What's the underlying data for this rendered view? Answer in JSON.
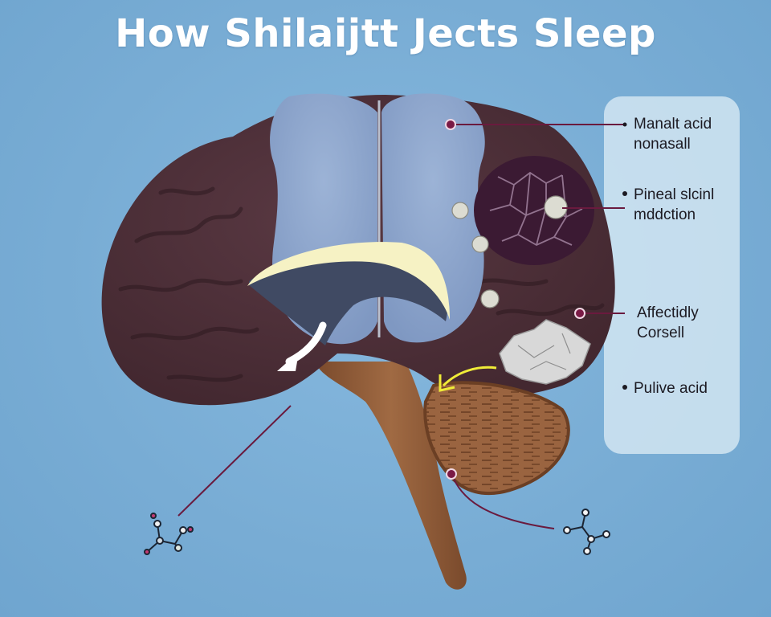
{
  "title": "How Shilaijtt Jects Sleep",
  "colors": {
    "background": "#79aed6",
    "brain_outer": "#4e3039",
    "brain_inner_lobes": "#8ea7cc",
    "pineal_cluster": "#3b1a33",
    "cerebellum": "#8c5a3a",
    "brainstem": "#8e5836",
    "crescent_highlight": "#f6f2c4",
    "crescent_shadow": "#404a63",
    "leader_line": "#6a1a3e",
    "panel_bg": "#d6e8f3",
    "yellow_arrow": "#f0ec38",
    "white_arrow": "#ffffff"
  },
  "callouts": [
    {
      "id": "callout-1",
      "lines": [
        "Manalt acid",
        "nonasall"
      ],
      "bullet": false,
      "marker": "brain-upper-right"
    },
    {
      "id": "callout-2",
      "lines": [
        "Pineal slcinl",
        "mddction"
      ],
      "bullet": true,
      "marker": "shilajit-orb"
    },
    {
      "id": "callout-3",
      "lines": [
        "Affectidly",
        "Corsell"
      ],
      "bullet": false,
      "marker": "brain-lower-right"
    },
    {
      "id": "callout-4",
      "lines": [
        "Pulive acid"
      ],
      "bullet": true,
      "marker": null
    }
  ],
  "molecules": [
    {
      "id": "molecule-left",
      "position": "bottom-left"
    },
    {
      "id": "molecule-right",
      "position": "bottom-right"
    }
  ],
  "icons": {
    "white_arrow": "curved-arrow-down-left",
    "yellow_arrow": "curved-arrow-left",
    "mineral_rock": "shilajit-rock",
    "orbs": "mineral-orb"
  }
}
